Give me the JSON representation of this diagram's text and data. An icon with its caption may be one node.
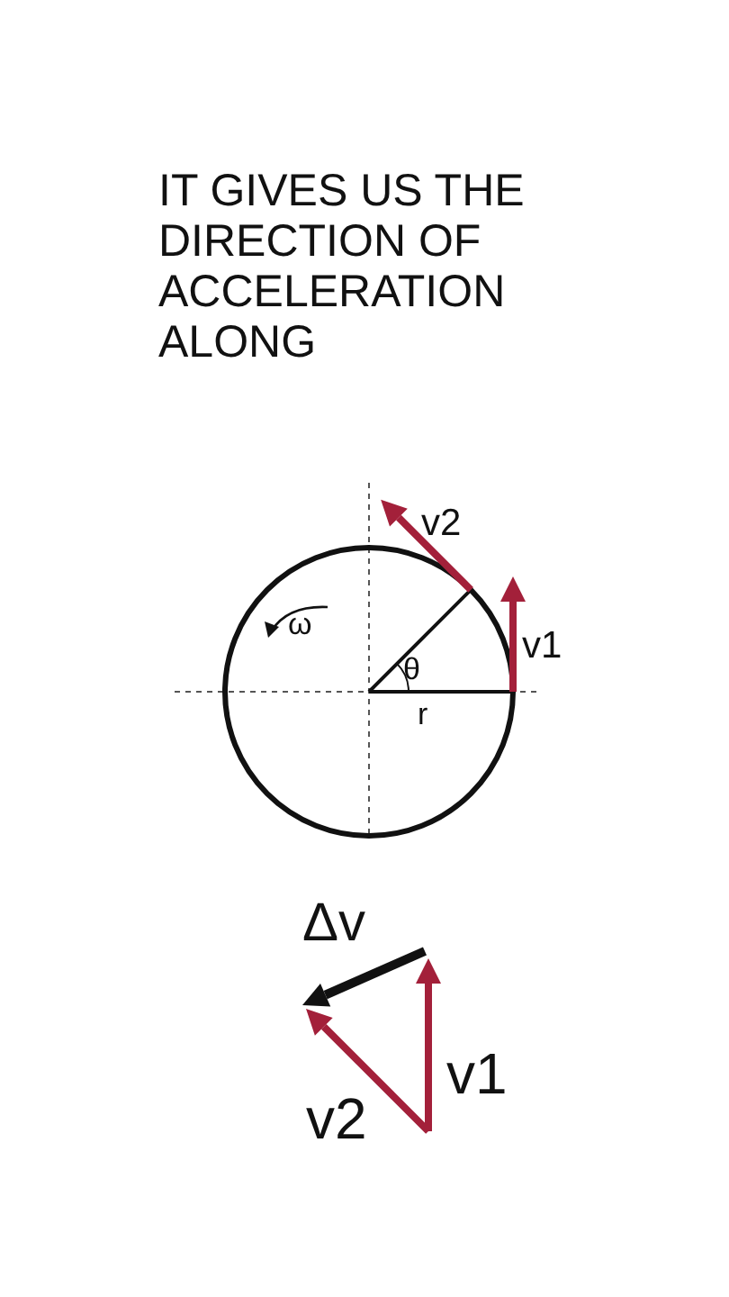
{
  "diagram": {
    "title": "IT GIVES US THE DIRECTION OF ACCELERATION ALONG",
    "labels": [
      "v2",
      "ω",
      "v1",
      "θ",
      "r",
      "Δv",
      "v1",
      "v2"
    ]
  }
}
